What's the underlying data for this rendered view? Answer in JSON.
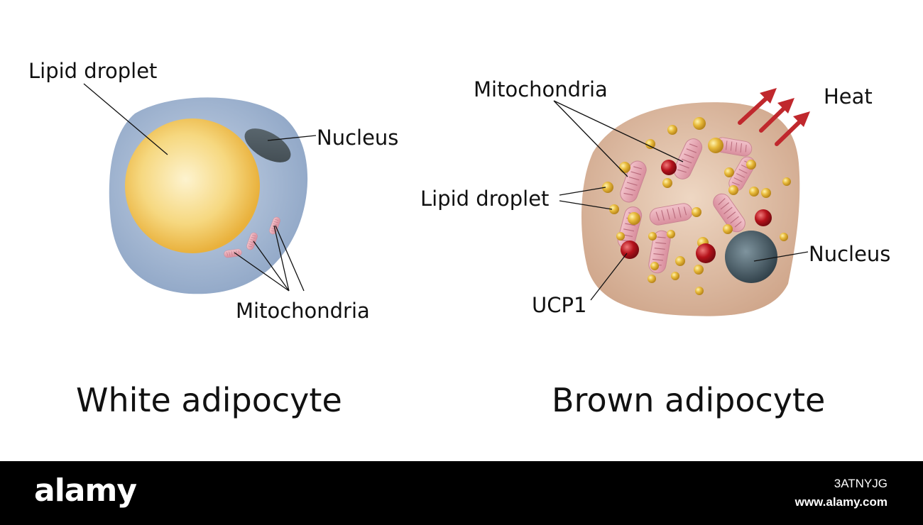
{
  "white_cell": {
    "title": "White adipocyte",
    "labels": {
      "lipid_droplet": "Lipid droplet",
      "nucleus": "Nucleus",
      "mitochondria": "Mitochondria"
    }
  },
  "brown_cell": {
    "title": "Brown adipocyte",
    "labels": {
      "mitochondria": "Mitochondria",
      "heat": "Heat",
      "lipid_droplet": "Lipid droplet",
      "nucleus": "Nucleus",
      "ucp1": "UCP1"
    }
  },
  "footer": {
    "logo": "alamy",
    "image_id": "3ATNYJG",
    "site": "www.alamy.com"
  },
  "colors": {
    "white_cytoplasm": "#8fa6c6",
    "white_lipid": "#f2c24a",
    "brown_cytoplasm": "#d2ab92",
    "mitochondria": "#e7a9b4",
    "ucp1": "#b5121b",
    "nucleus": "#4a5c66",
    "heat_arrow": "#c0282d"
  }
}
